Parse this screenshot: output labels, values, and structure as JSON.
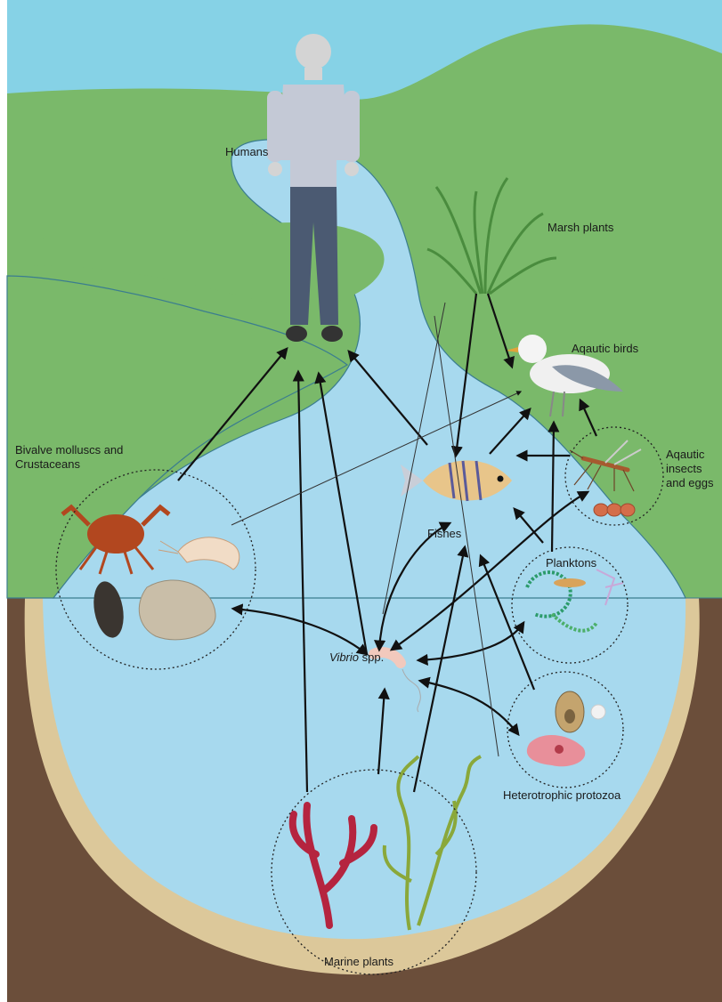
{
  "labels": {
    "humans": "Humans",
    "marsh_plants": "Marsh plants",
    "aquatic_birds": "Aqautic birds",
    "aquatic_insects_l1": "Aqautic",
    "aquatic_insects_l2": "insects",
    "aquatic_insects_l3": "and eggs",
    "bivalves_l1": "Bivalve  molluscs and",
    "bivalves_l2": "Crustaceans",
    "fishes": "Fishes",
    "planktons": "Planktons",
    "vibrio_italic": "Vibrio",
    "vibrio_rest": " spp.",
    "protozoa": "Heterotrophic protozoa",
    "marine_plants": "Marine plants"
  },
  "colors": {
    "sky": "#86d2e6",
    "land": "#7ab96a",
    "water": "#a7d9ee",
    "sand": "#dcc89a",
    "soil": "#6b4e3a"
  }
}
